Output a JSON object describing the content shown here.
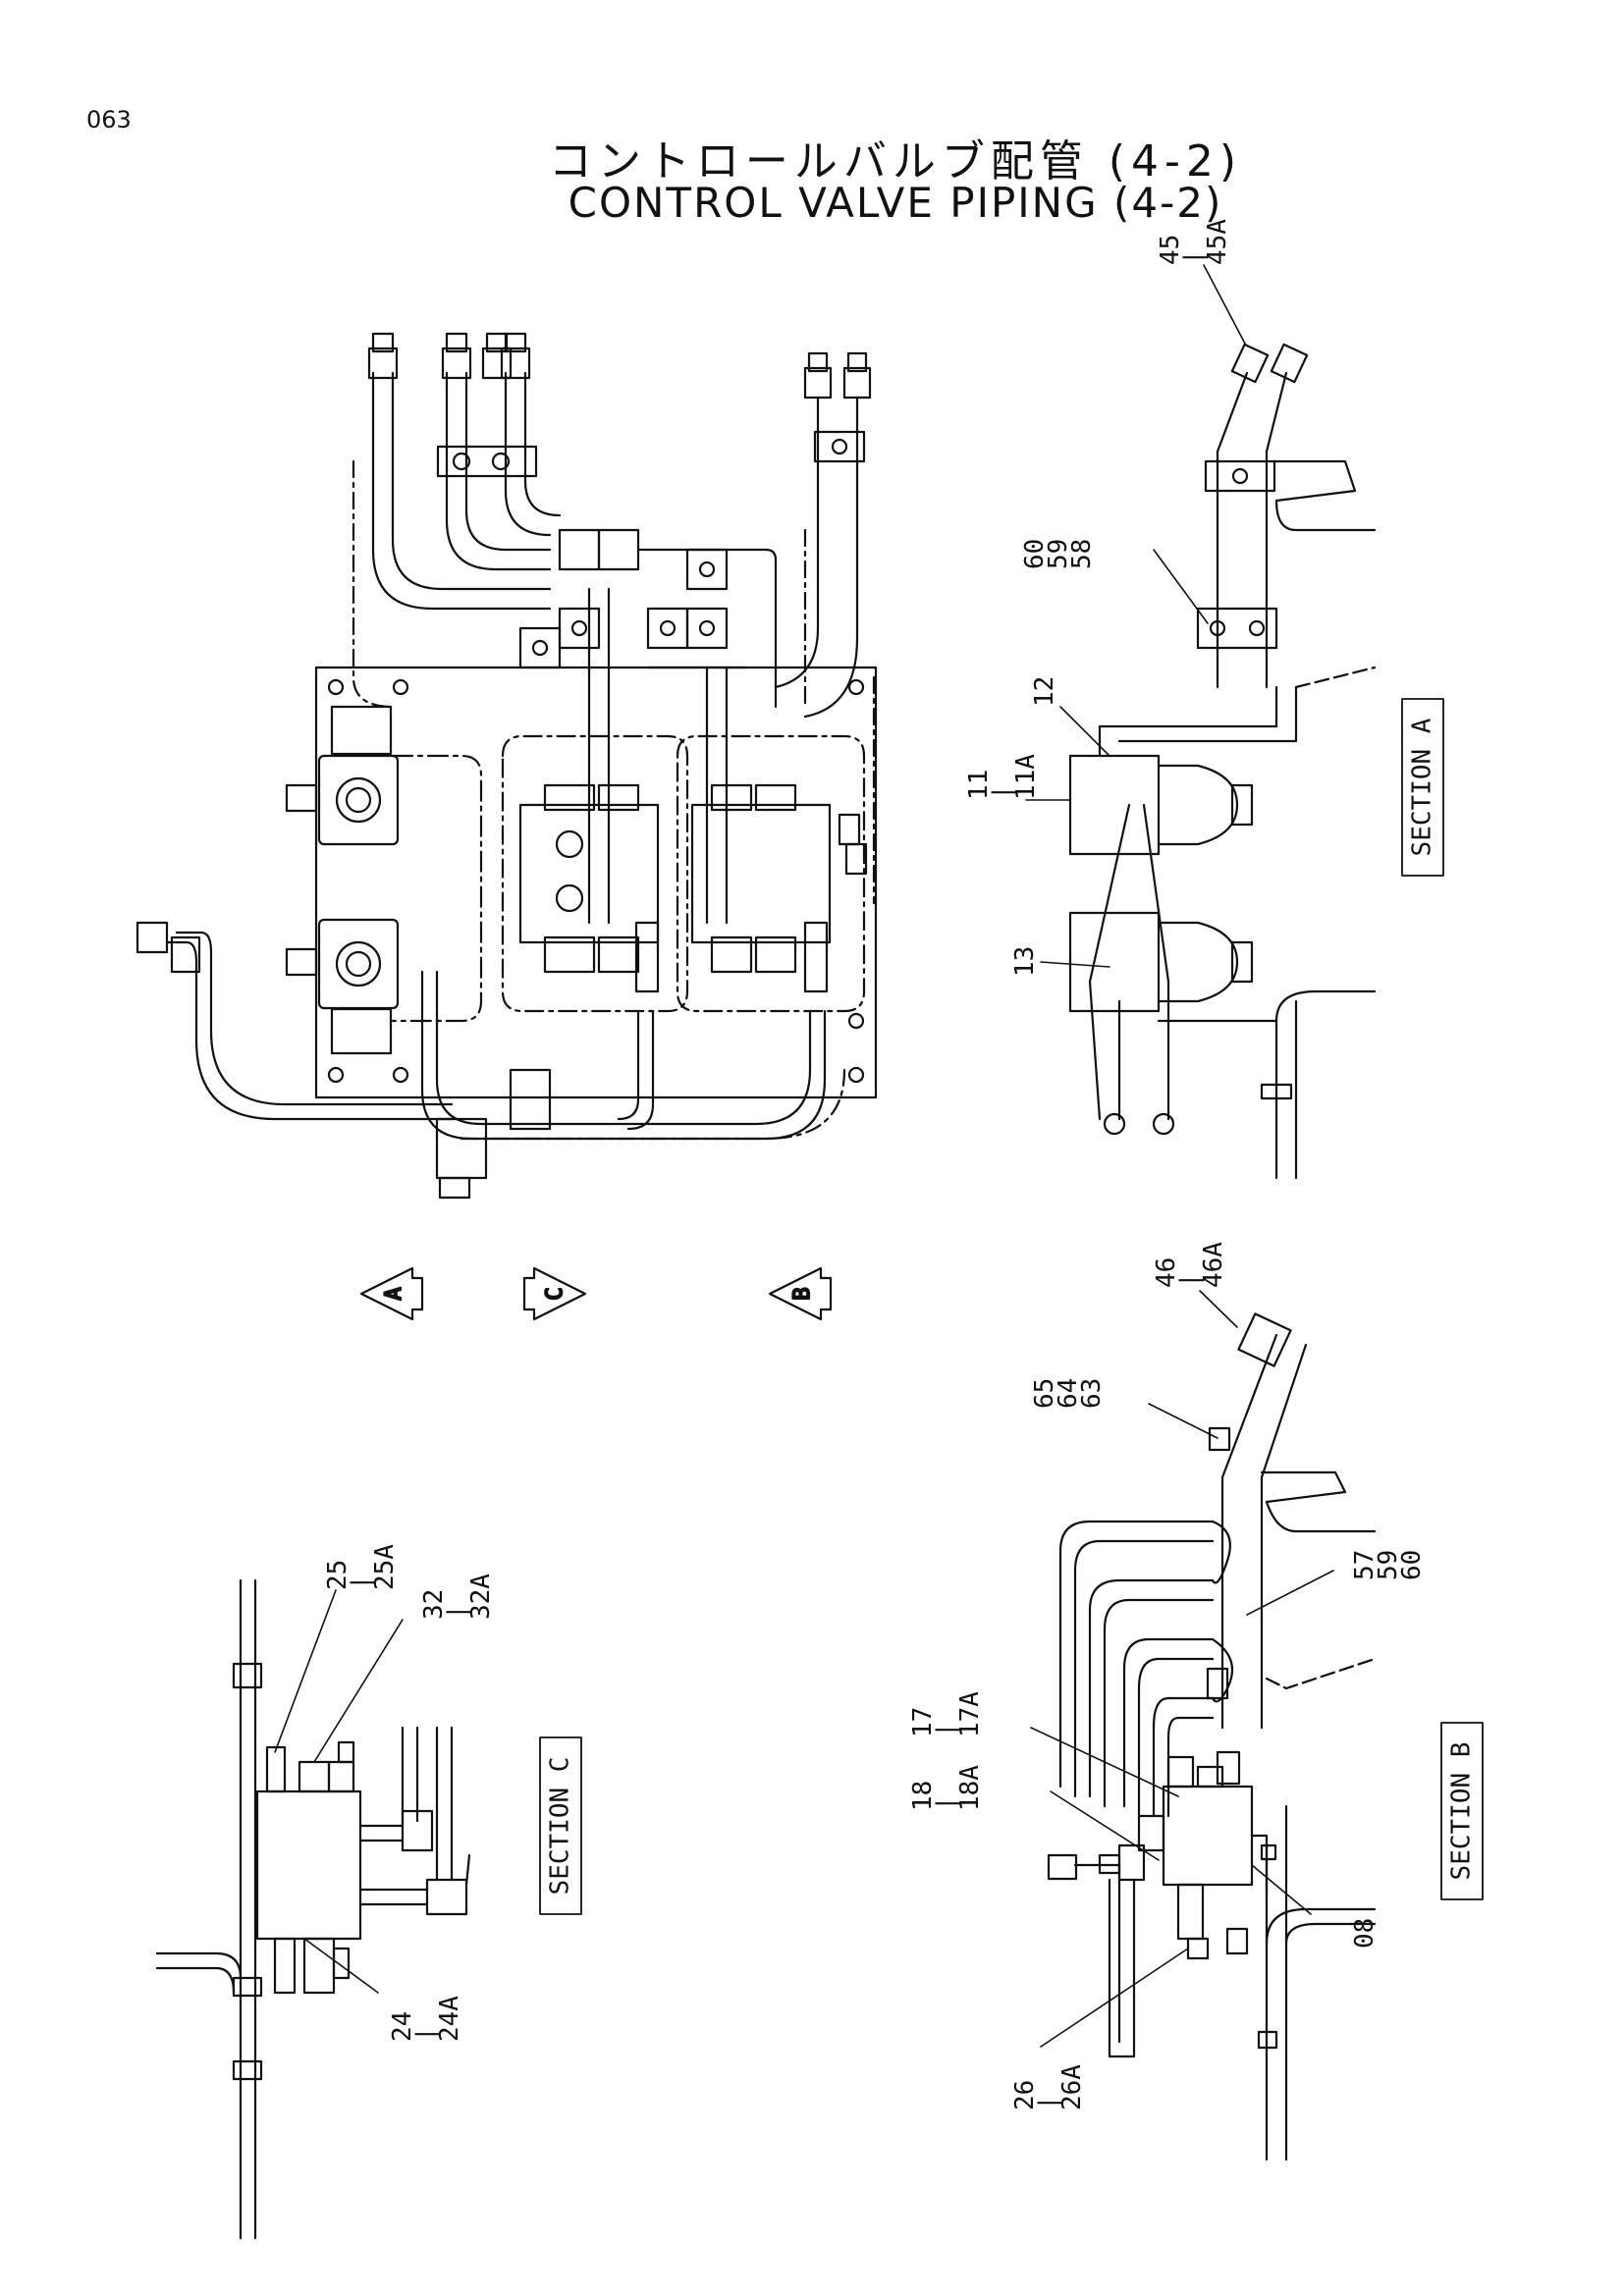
{
  "page_number": "063",
  "title_jp": "コントロールバルブ配管 (4-2)",
  "title_en": "CONTROL VALVE PIPING (4-2)",
  "view_markers": {
    "a": "A",
    "c": "C",
    "b": "B"
  },
  "sections": {
    "a": "SECTION A",
    "b": "SECTION B",
    "c": "SECTION C"
  },
  "callouts": {
    "c45": "45",
    "c45_range": "45A",
    "c60": "60",
    "c59": "59",
    "c58": "58",
    "c12": "12",
    "c11": "11",
    "c11_range": "11A",
    "c13": "13",
    "c46": "46",
    "c46_range": "46A",
    "c65": "65",
    "c64": "64",
    "c63": "63",
    "c57": "57",
    "c59b": "59",
    "c60b": "60",
    "c17": "17",
    "c17_range": "17A",
    "c18": "18",
    "c18_range": "18A",
    "c08": "08",
    "c26": "26",
    "c26_range": "26A",
    "c25": "25",
    "c25_range": "25A",
    "c32": "32",
    "c32_range": "32A",
    "c24": "24",
    "c24_range": "24A",
    "dash": "|"
  }
}
